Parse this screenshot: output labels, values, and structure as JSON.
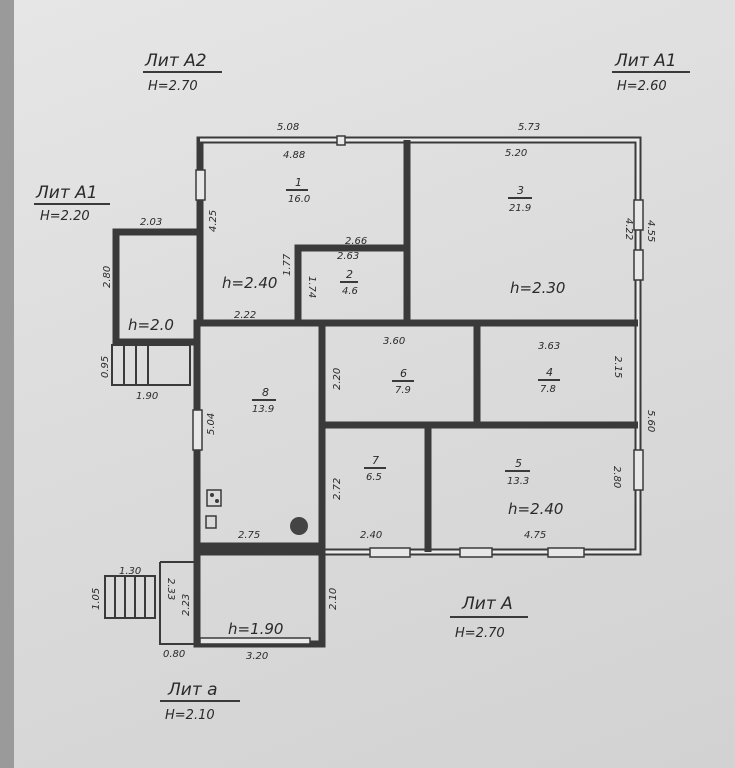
{
  "liters": [
    {
      "name": "Лит А2",
      "height": "H=2.70"
    },
    {
      "name": "Лит А1",
      "height": "H=2.60"
    },
    {
      "name": "Лит А1",
      "height": "H=2.20"
    },
    {
      "name": "Лит А",
      "height": "H=2.70"
    },
    {
      "name": "Лит а",
      "height": "H=2.10"
    }
  ],
  "rooms": [
    {
      "id": "1",
      "area": "16.0"
    },
    {
      "id": "2",
      "area": "4.6"
    },
    {
      "id": "3",
      "area": "21.9"
    },
    {
      "id": "4",
      "area": "7.8"
    },
    {
      "id": "5",
      "area": "13.3"
    },
    {
      "id": "6",
      "area": "7.9"
    },
    {
      "id": "7",
      "area": "6.5"
    },
    {
      "id": "8",
      "area": "13.9"
    }
  ],
  "heights": [
    "h=2.40",
    "h=2.30",
    "h=2.0",
    "h=2.40",
    "h=1.90"
  ],
  "dimensions": [
    "5.08",
    "5.73",
    "4.88",
    "5.20",
    "4.25",
    "4.22",
    "4.55",
    "2.03",
    "2.80",
    "2.66",
    "2.63",
    "1.77",
    "1.74",
    "2.22",
    "3.60",
    "3.63",
    "2.20",
    "2.15",
    "5.04",
    "5.60",
    "0.95",
    "1.90",
    "2.72",
    "2.80",
    "2.75",
    "2.40",
    "4.75",
    "1.30",
    "1.05",
    "2.23",
    "2.10",
    "0.80",
    "3.20",
    "2.33"
  ]
}
